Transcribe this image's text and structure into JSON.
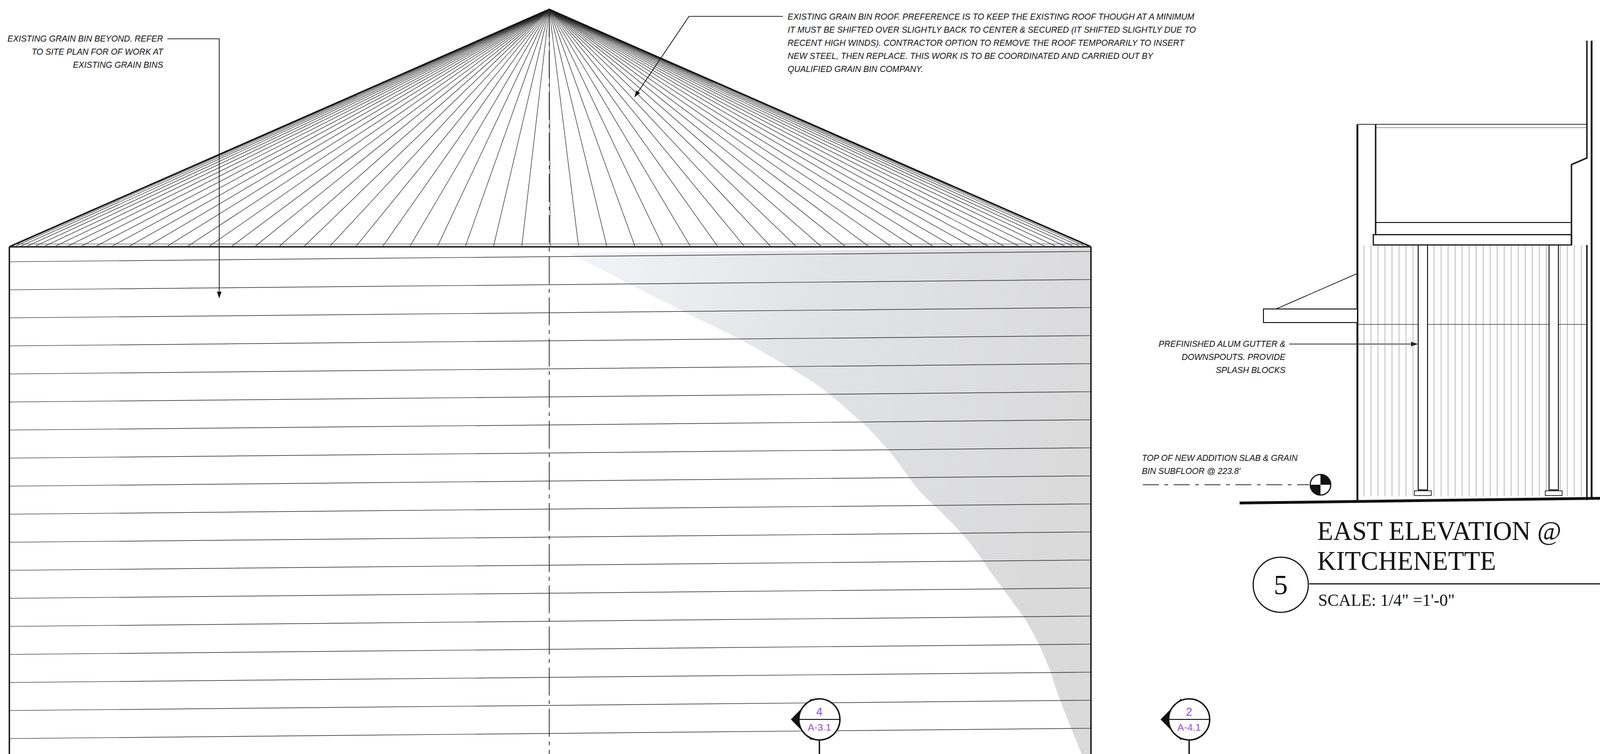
{
  "diagram": {
    "title": "EAST ELEVATION @ KITCHENETTE",
    "nodes": [
      {
        "text": [
          "5"
        ]
      },
      {
        "text": [
          "4",
          "A-3.1"
        ]
      },
      {
        "text": [
          "2",
          "A-4.1"
        ]
      }
    ],
    "labels": [
      "EXISTING GRAIN BIN BEYOND. REFER TO SITE PLAN FOR OF WORK AT EXISTING GRAIN BINS",
      "EXISTING GRAIN BIN ROOF. PREFERENCE IS TO KEEP THE EXISTING ROOF THOUGH AT A MINIMUM IT MUST BE SHIFTED OVER SLIGHTLY BACK TO CENTER & SECURED (IT SHIFTED SLIGHTLY DUE TO RECENT HIGH WINDS). CONTRACTOR OPTION TO REMOVE THE ROOF TEMPORARILY TO INSERT NEW STEEL, THEN REPLACE. THIS WORK IS TO BE COORDINATED AND CARRIED OUT BY QUALIFIED GRAIN BIN COMPANY.",
      "PREFINISHED ALUM GUTTER & DOWNSPOUTS. PROVIDE SPLASH BLOCKS",
      "TOP OF NEW ADDITION SLAB & GRAIN BIN SUBFLOOR @ 223.8'",
      "SCALE: 1/4\" =1'-0\""
    ]
  }
}
